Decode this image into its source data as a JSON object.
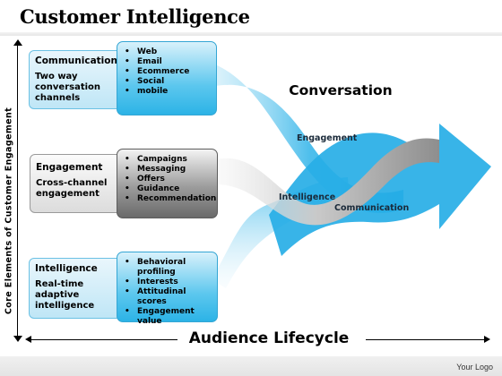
{
  "title": "Customer Intelligence",
  "vertical_axis_label": "Core Elements of Customer Engagement",
  "horizontal_axis_label": "Audience Lifecycle",
  "conversation_label": "Conversation",
  "flow_labels": {
    "engagement": "Engagement",
    "intelligence": "Intelligence",
    "communication": "Communication"
  },
  "categories": [
    {
      "title": "Communication",
      "subtitle": "Two way conversation channels",
      "style": "blue",
      "items": [
        "Web",
        "Email",
        "Ecommerce",
        "Social",
        "mobile"
      ]
    },
    {
      "title": "Engagement",
      "subtitle": "Cross-channel engagement",
      "style": "gray",
      "items": [
        "Campaigns",
        "Messaging",
        "Offers",
        "Guidance",
        "Recommendation"
      ]
    },
    {
      "title": "Intelligence",
      "subtitle": "Real-time adaptive intelligence",
      "style": "blue",
      "items": [
        "Behavioral profiling",
        "Interests",
        "Attitudinal scores",
        "Engagement value"
      ]
    }
  ],
  "logo": "Your Logo",
  "colors": {
    "blue_flow": "#3ab6e8",
    "gray_flow": "#8a8a8a",
    "blue_box": "#bfe6f6",
    "item_blue": "#2cb3e6"
  }
}
